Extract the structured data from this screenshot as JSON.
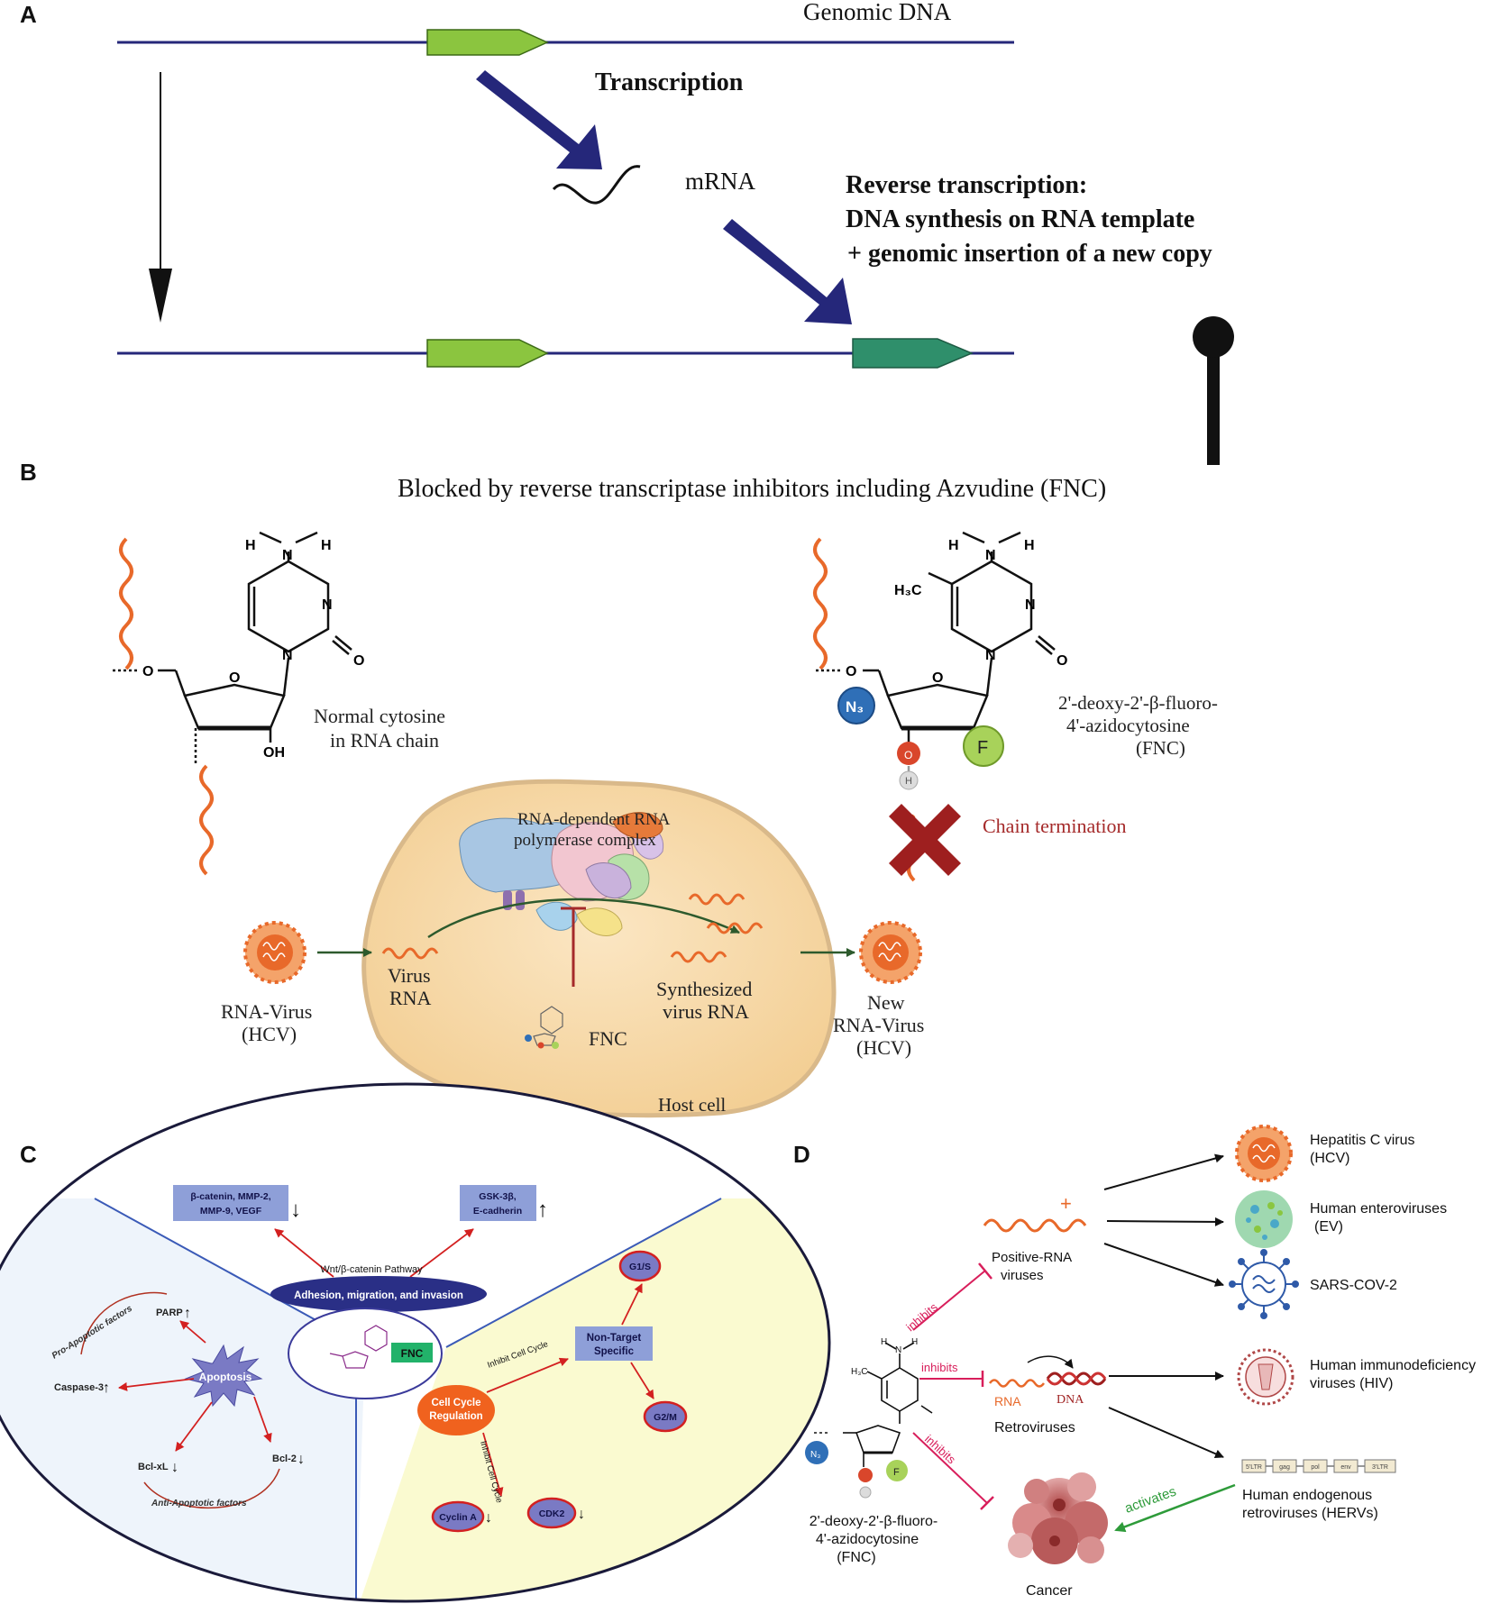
{
  "panels": {
    "a": "A",
    "b": "B",
    "c": "C",
    "d": "D"
  },
  "panel_a": {
    "genomic_dna": "Genomic DNA",
    "transcription": "Transcription",
    "mrna": "mRNA",
    "rt_line1": "Reverse transcription:",
    "rt_line2": "DNA synthesis on RNA template",
    "rt_line3": "+ genomic insertion of a new copy",
    "blocked": "Blocked by reverse transcriptase inhibitors including Azvudine (FNC)"
  },
  "panel_b": {
    "cytosine_h1": "H",
    "cytosine_n": "N",
    "cytosine_h2": "H",
    "ring_n1": "N",
    "ring_n2": "N",
    "ring_o": "O",
    "sugar_o5": "O",
    "sugar_o": "O",
    "sugar_oh": "OH",
    "normal_line1": "Normal cytosine",
    "normal_line2": "in RNA chain",
    "fnc_h1": "H",
    "fnc_n": "N",
    "fnc_h2": "H",
    "fnc_h3c": "H₃C",
    "fnc_ring_n1": "N",
    "fnc_ring_n2": "N",
    "fnc_ring_o": "O",
    "fnc_sugar_o5": "O",
    "fnc_sugar_o": "O",
    "fnc_n3": "N₃",
    "fnc_f": "F",
    "fnc_o": "O",
    "fnc_h": "H",
    "fnc_name1": "2'-deoxy-2'-β-fluoro-",
    "fnc_name2": "4'-azidocytosine",
    "fnc_name3": "(FNC)",
    "chain_termination": "Chain termination",
    "rdrp1": "RNA-dependent RNA",
    "rdrp2": "polymerase complex",
    "rna_virus1": "RNA-Virus",
    "rna_virus2": "(HCV)",
    "virus_rna1": "Virus",
    "virus_rna2": "RNA",
    "synth1": "Synthesized",
    "synth2": "virus RNA",
    "fnc_label": "FNC",
    "new_virus1": "New",
    "new_virus2": "RNA-Virus",
    "new_virus3": "(HCV)",
    "host_cell": "Host cell"
  },
  "panel_c": {
    "box1_line1": "β-catenin, MMP-2,",
    "box1_line2": "MMP-9, VEGF",
    "box1_arrow": "↓",
    "box2_line1": "GSK-3β,",
    "box2_line2": "E-cadherin",
    "box2_arrow": "↑",
    "wnt": "Wnt/β-catenin Pathway",
    "adhesion": "Adhesion, migration, and invasion",
    "pro_apoptotic": "Pro-Apoptotic factors",
    "parp": "PARP",
    "up": "↑",
    "down": "↓",
    "caspase": "Caspase-3",
    "apoptosis": "Apoptosis",
    "bclxl": "Bcl-xL",
    "bcl2": "Bcl-2",
    "anti_apoptotic": "Anti-Apoptotic factors",
    "fnc": "FNC",
    "inhibit_cycle": "Inhibit Cell Cycle",
    "non_target1": "Non-Target",
    "non_target2": "Specific",
    "g1s": "G1/S",
    "g2m": "G2/M",
    "cell_cycle1": "Cell Cycle",
    "cell_cycle2": "Regulation",
    "inhibit_cycle2": "Inhibit Cell Cycle",
    "cyclin_a": "Cyclin A",
    "cdk2": "CDK2"
  },
  "panel_d": {
    "plus": "+",
    "inhibits1": "inhibits",
    "positive1": "Positive-RNA",
    "positive2": "viruses",
    "hcv1": "Hepatitis C virus",
    "hcv2": "(HCV)",
    "ev1": "Human enteroviruses",
    "ev2": "(EV)",
    "sars": "SARS-COV-2",
    "inhibits2": "inhibits",
    "rna": "RNA",
    "dna": "DNA",
    "retro": "Retroviruses",
    "hiv1": "Human immunodeficiency",
    "hiv2": "viruses (HIV)",
    "inhibits3": "inhibits",
    "herv1": "Human endogenous",
    "herv2": "retroviruses (HERVs)",
    "ltr5": "5'LTR",
    "gag": "gag",
    "pol": "pol",
    "env": "env",
    "ltr3": "3'LTR",
    "activates": "activates",
    "cancer": "Cancer",
    "fnc_name1": "2'-deoxy-2'-β-fluoro-",
    "fnc_name2": "4'-azidocytosine",
    "fnc_name3": "(FNC)",
    "h3c": "H₃C",
    "nh2_h1": "H",
    "nh2_n": "N",
    "nh2_h2": "H",
    "n3": "N₃",
    "f": "F"
  },
  "colors": {
    "navy": "#25277a",
    "green_gene": "#8bc53f",
    "teal_gene": "#2f8f6b",
    "orange_rna": "#e8692a",
    "cell_fill": "#f7d9a8",
    "cell_border": "#d9b98a",
    "dark_red": "#a52a2a",
    "panelc_yellow": "#fafad0",
    "panelc_blue": "#eef4fb",
    "panelc_box": "#8e9fd8",
    "apoptosis_star": "#7a7ac4",
    "cc_orange": "#f0621e",
    "inhibit_pink": "#d81e5b",
    "activate_green": "#2e9b3a"
  }
}
